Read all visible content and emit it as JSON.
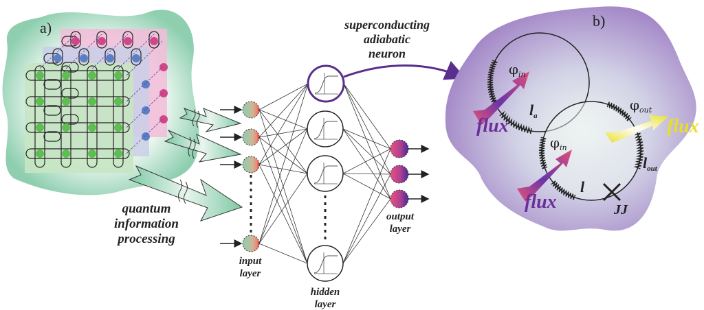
{
  "panels": {
    "a": {
      "label": "a)"
    },
    "b": {
      "label": "b)"
    }
  },
  "text": {
    "quantum_processing": [
      "quantum",
      "information",
      "processing"
    ],
    "neuron_title": [
      "superconducting",
      "adiabatic",
      "neuron"
    ],
    "input_layer": [
      "input",
      "layer"
    ],
    "hidden_layer": [
      "hidden",
      "layer"
    ],
    "output_layer": [
      "output",
      "layer"
    ]
  },
  "circuit": {
    "phi_in_top": "φ",
    "phi_in_top_sub": "in",
    "phi_in_bottom": "φ",
    "phi_in_bottom_sub": "in",
    "phi_out": "φ",
    "phi_out_sub": "out",
    "l_a": "l",
    "l_a_sub": "a",
    "l": "l",
    "l_out": "l",
    "l_out_sub": "out",
    "jj": "JJ",
    "flux_in_top": "flux",
    "flux_in_bottom": "flux",
    "flux_out": "flux"
  },
  "network": {
    "input_neurons": 4,
    "hidden_neurons": 4,
    "output_neurons": 3
  },
  "colors": {
    "qubit_green": "#5cbf4f",
    "qubit_blue": "#5b7fc4",
    "qubit_pink": "#d0468a",
    "neuron_highlight": "#5a2e8c",
    "cloud_green": "#b9dfcc",
    "cloud_purple": "#a48ac6",
    "flux_in": "#e05070",
    "flux_out": "#e8e030"
  }
}
